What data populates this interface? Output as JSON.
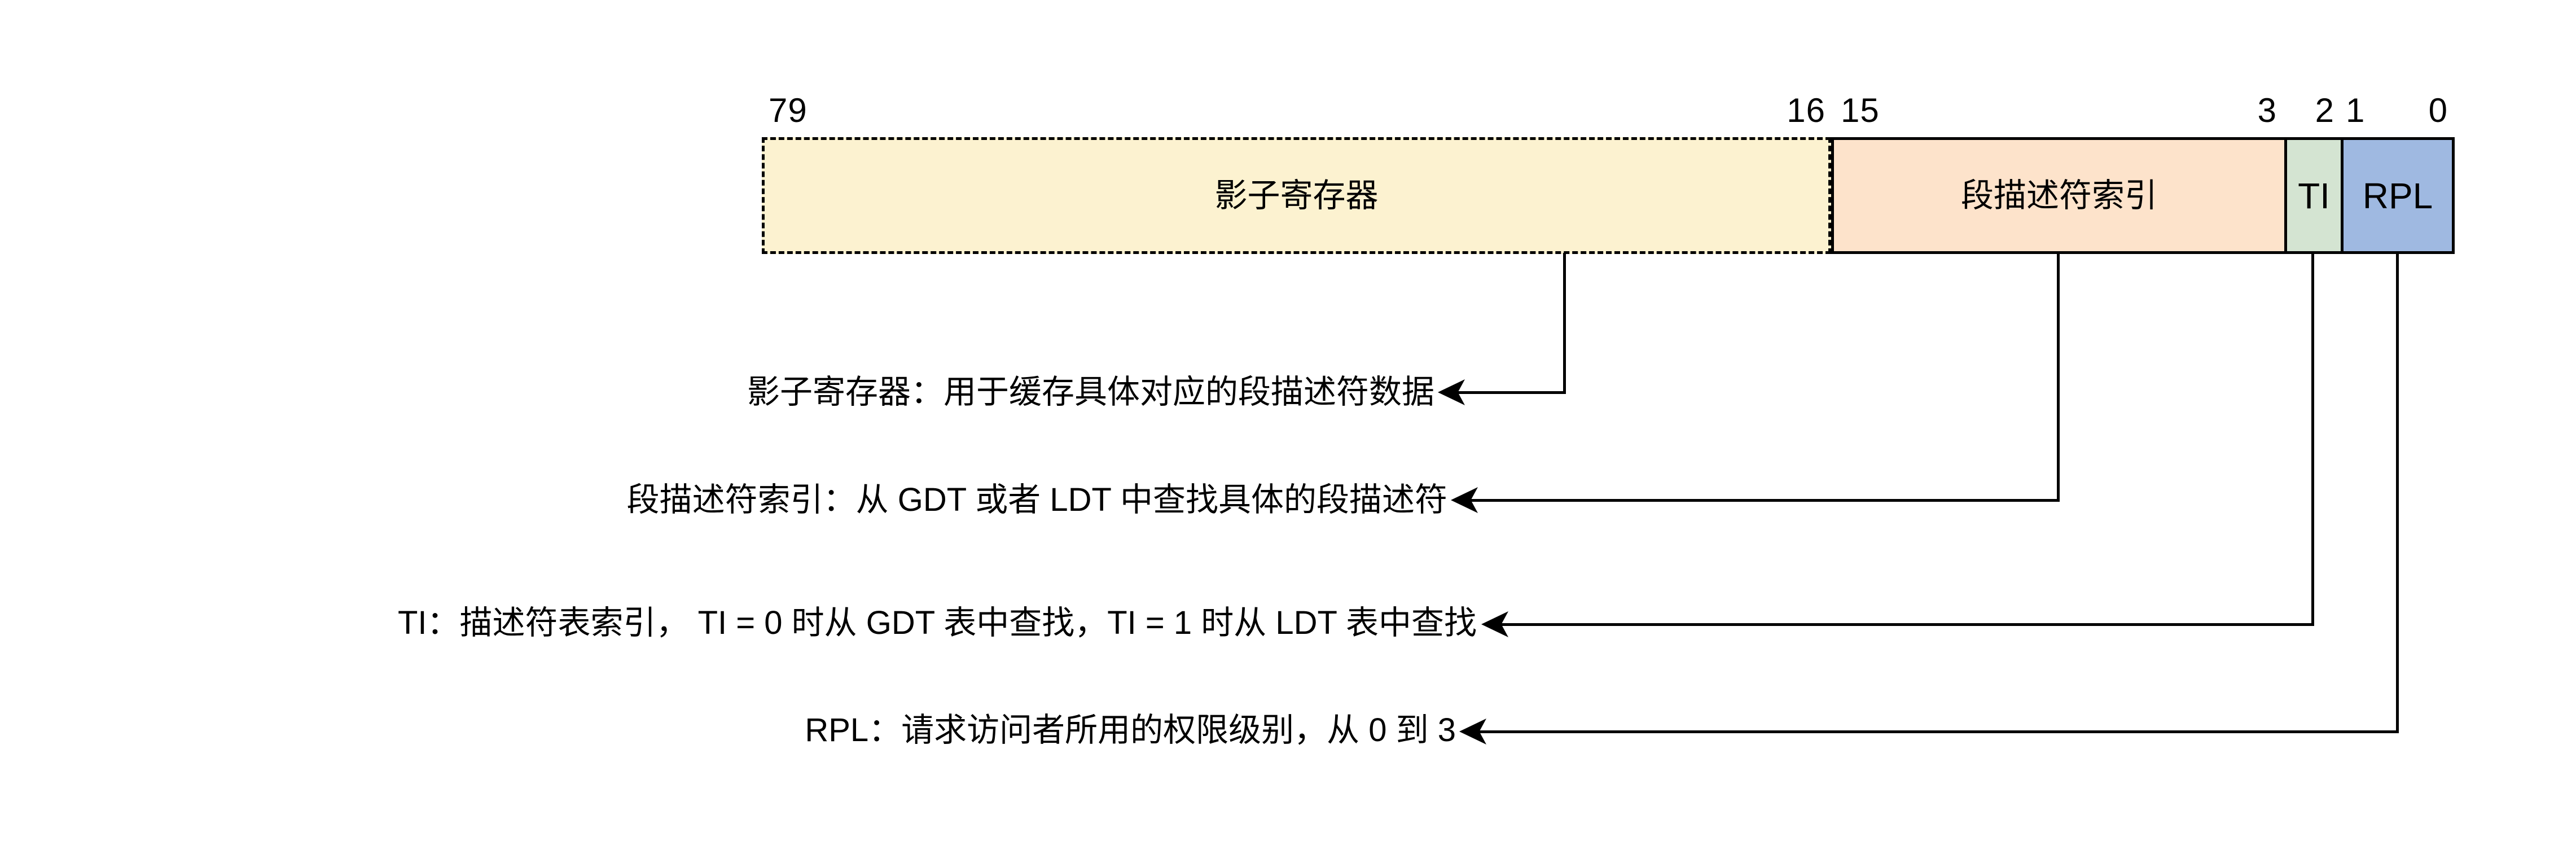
{
  "register": {
    "bits": [
      "79",
      "16",
      "15",
      "3",
      "2",
      "1",
      "0"
    ],
    "fields": [
      {
        "name": "shadow-register",
        "label": "影子寄存器",
        "fill": "#FCF2D0",
        "border": "dashed"
      },
      {
        "name": "descriptor-index",
        "label": "段描述符索引",
        "fill": "#FDE3CB",
        "border": "solid"
      },
      {
        "name": "ti",
        "label": "TI",
        "fill": "#D4E4D2",
        "border": "solid"
      },
      {
        "name": "rpl",
        "label": "RPL",
        "fill": "#9FB9E1",
        "border": "solid"
      }
    ]
  },
  "annotations": [
    {
      "target": "shadow-register",
      "text": "影子寄存器：用于缓存具体对应的段描述符数据"
    },
    {
      "target": "descriptor-index",
      "text": "段描述符索引：从 GDT 或者 LDT 中查找具体的段描述符"
    },
    {
      "target": "ti",
      "text": "TI：描述符表索引， TI = 0 时从 GDT 表中查找，TI = 1 时从 LDT 表中查找"
    },
    {
      "target": "rpl",
      "text": "RPL：请求访问者所用的权限级别，从 0 到 3"
    }
  ],
  "colors": {
    "shadow_fill": "#FCF2D0",
    "index_fill": "#FDE3CB",
    "ti_fill": "#D4E4D2",
    "rpl_fill": "#9FB9E1",
    "ink": "#000000",
    "canvas_bg": "#FFFFFF"
  }
}
